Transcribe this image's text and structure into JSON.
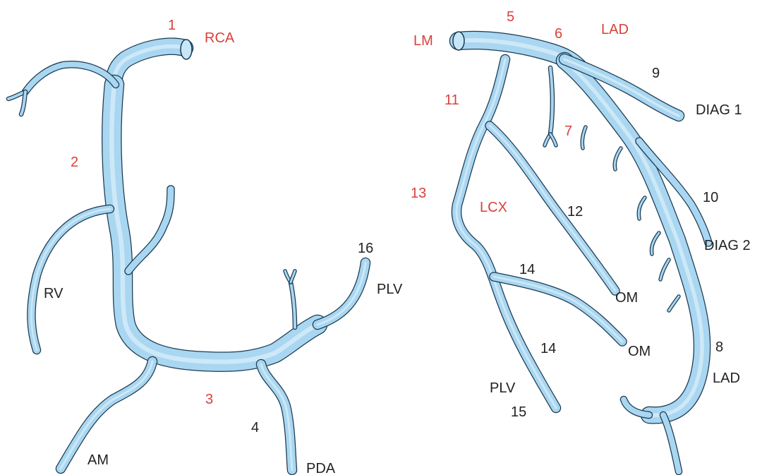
{
  "colors": {
    "vessel": "#a9d6f0",
    "vessel_outline": "#1b3a52",
    "segment_label": "#d9413a",
    "branch_label": "#222222"
  },
  "right_coronary": {
    "segment_1": "1",
    "rca": "RCA",
    "segment_2": "2",
    "rv": "RV",
    "segment_3": "3",
    "am": "AM",
    "segment_4": "4",
    "pda": "PDA",
    "segment_16": "16",
    "plv": "PLV"
  },
  "left_coronary": {
    "lm": "LM",
    "segment_5": "5",
    "segment_6": "6",
    "lad_top": "LAD",
    "segment_9": "9",
    "diag1": "DIAG 1",
    "segment_11": "11",
    "segment_7": "7",
    "segment_13": "13",
    "lcx": "LCX",
    "segment_12": "12",
    "segment_10": "10",
    "diag2": "DIAG 2",
    "segment_14a": "14",
    "om_upper": "OM",
    "segment_14b": "14",
    "om_lower": "OM",
    "segment_8": "8",
    "lad_bottom": "LAD",
    "plv": "PLV",
    "segment_15": "15"
  }
}
